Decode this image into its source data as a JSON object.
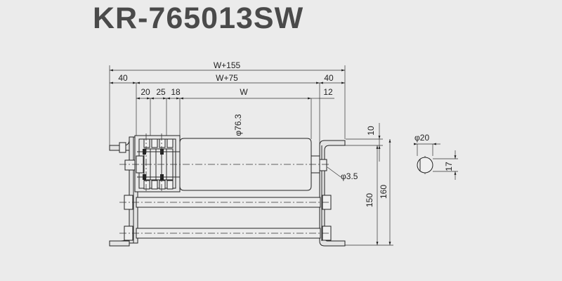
{
  "title": "KR-765013SW",
  "dimensions": {
    "overall_width": "W+155",
    "inner_width": "W+75",
    "left_offset": "40",
    "right_offset": "40",
    "d20": "20",
    "d25": "25",
    "d18": "18",
    "roller_width": "W",
    "d12": "12",
    "top_offset": "10",
    "height_150": "150",
    "height_160": "160",
    "roller_diameter": "φ76.3",
    "hole_diameter": "φ3.5",
    "shaft_diameter": "φ20",
    "shaft_flat": "17"
  },
  "colors": {
    "background": "#ebebeb",
    "roller_fill": "#ececec",
    "frame_fill": "#e4e4e4",
    "line": "#222222"
  }
}
